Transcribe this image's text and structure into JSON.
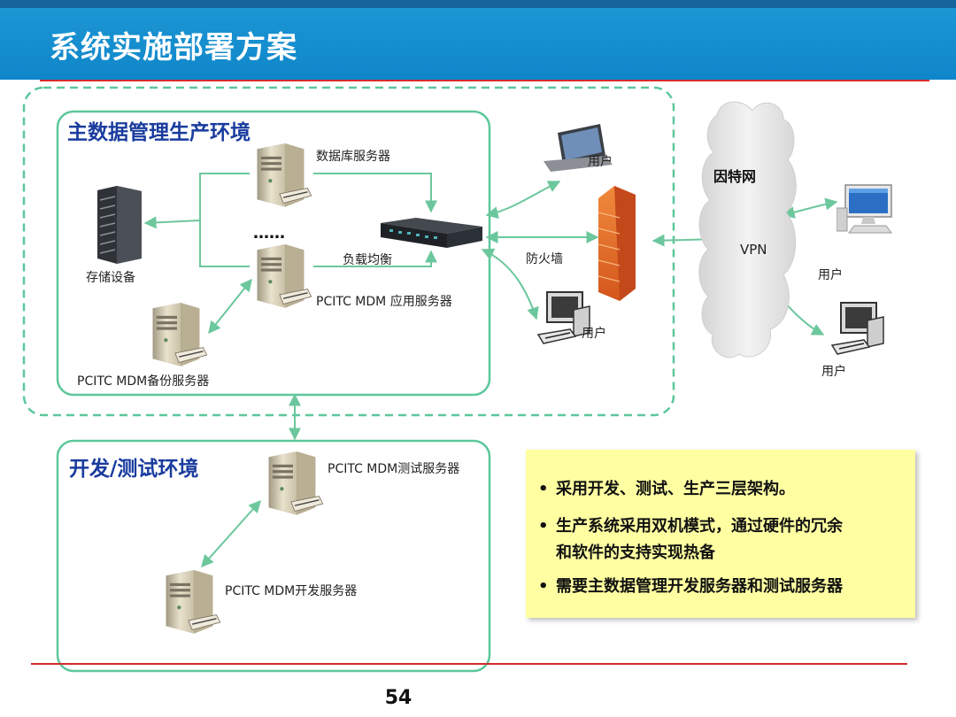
{
  "slide": {
    "title": "系统实施部署方案",
    "page_number": "54"
  },
  "environments": {
    "production": "主数据管理生产环境",
    "dev_test": "开发/测试环境"
  },
  "nodes": {
    "db_server": "数据库服务器",
    "storage": "存储设备",
    "ellipsis": "……",
    "load_balance": "负载均衡",
    "app_server": "PCITC MDM 应用服务器",
    "backup_server": "PCITC MDM备份服务器",
    "user_laptop": "用户",
    "firewall": "防火墙",
    "user_desktop_left": "用户",
    "internet": "因特网",
    "vpn": "VPN",
    "user_right_top": "用户",
    "user_right_bottom": "用户",
    "test_server": "PCITC MDM测试服务器",
    "dev_server": "PCITC MDM开发服务器"
  },
  "bullets": [
    "采用开发、测试、生产三层架构。",
    "生产系统采用双机模式，通过硬件的冗余",
    "和软件的支持实现热备",
    "需要主数据管理开发服务器和测试服务器"
  ],
  "colors": {
    "title_bar": "#0e86c9",
    "env_border": "#5cc79a",
    "arrow": "#6cc79c",
    "env_title": "#1a3c9e",
    "bullet_box": "#ffffa2",
    "firewall": "#e7702a",
    "divider": "#d62b2b"
  }
}
